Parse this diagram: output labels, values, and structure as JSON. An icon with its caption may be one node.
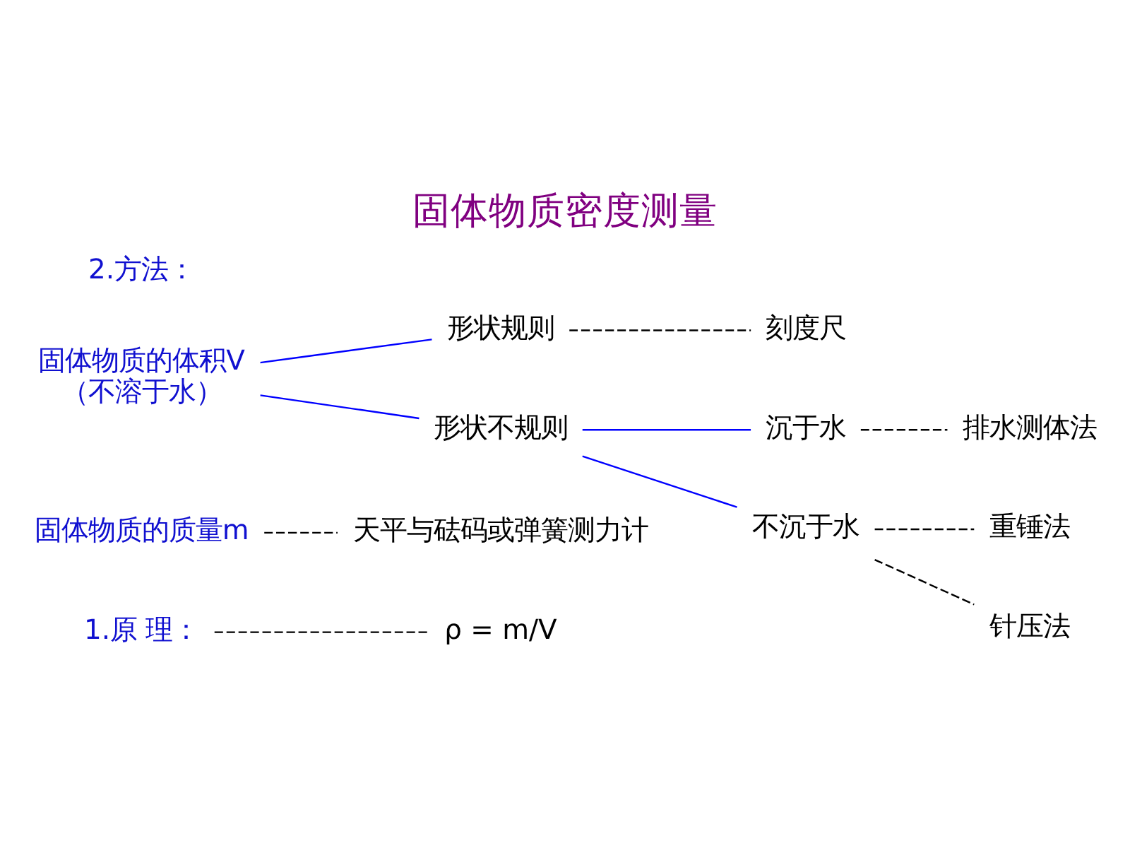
{
  "diagram": {
    "title": "固体物质密度测量",
    "nodes": [
      {
        "text": [
          "1.原 理："
        ]
      },
      {
        "text": [
          "ρ = m/V"
        ]
      },
      {
        "text": [
          "固体物质的质量m"
        ]
      },
      {
        "text": [
          "天平与砝码或弹簧测力计"
        ]
      },
      {
        "text": [
          "固体物质的体积V",
          "（不溶于水）"
        ]
      },
      {
        "text": [
          "形状规则"
        ]
      },
      {
        "text": [
          "刻度尺"
        ]
      },
      {
        "text": [
          "形状不规则"
        ]
      },
      {
        "text": [
          "沉于水"
        ]
      },
      {
        "text": [
          "排水测体法"
        ]
      },
      {
        "text": [
          "不沉于水"
        ]
      },
      {
        "text": [
          "重锤法"
        ]
      },
      {
        "text": [
          "针压法"
        ]
      }
    ],
    "edges": [
      {
        "from": 0,
        "to": 1,
        "arrow": "none",
        "style": "dashed"
      },
      {
        "from": 2,
        "to": 3,
        "arrow": "none",
        "style": "dashed"
      },
      {
        "from": 4,
        "to": 5,
        "arrow": "none",
        "color": "#0000ff"
      },
      {
        "from": 4,
        "to": 7,
        "arrow": "none",
        "color": "#0000ff"
      },
      {
        "from": 5,
        "to": 6,
        "arrow": "none",
        "style": "dashed"
      },
      {
        "from": 7,
        "to": 8,
        "arrow": "none",
        "color": "#0000ff"
      },
      {
        "from": 7,
        "to": 10,
        "arrow": "none",
        "color": "#0000ff"
      },
      {
        "from": 8,
        "to": 9,
        "arrow": "none",
        "style": "dashed"
      },
      {
        "from": 10,
        "to": 11,
        "arrow": "none",
        "style": "dashed"
      },
      {
        "from": 10,
        "to": 12,
        "arrow": "none",
        "style": "dashed"
      }
    ],
    "labels": [
      "2.方法："
    ]
  }
}
